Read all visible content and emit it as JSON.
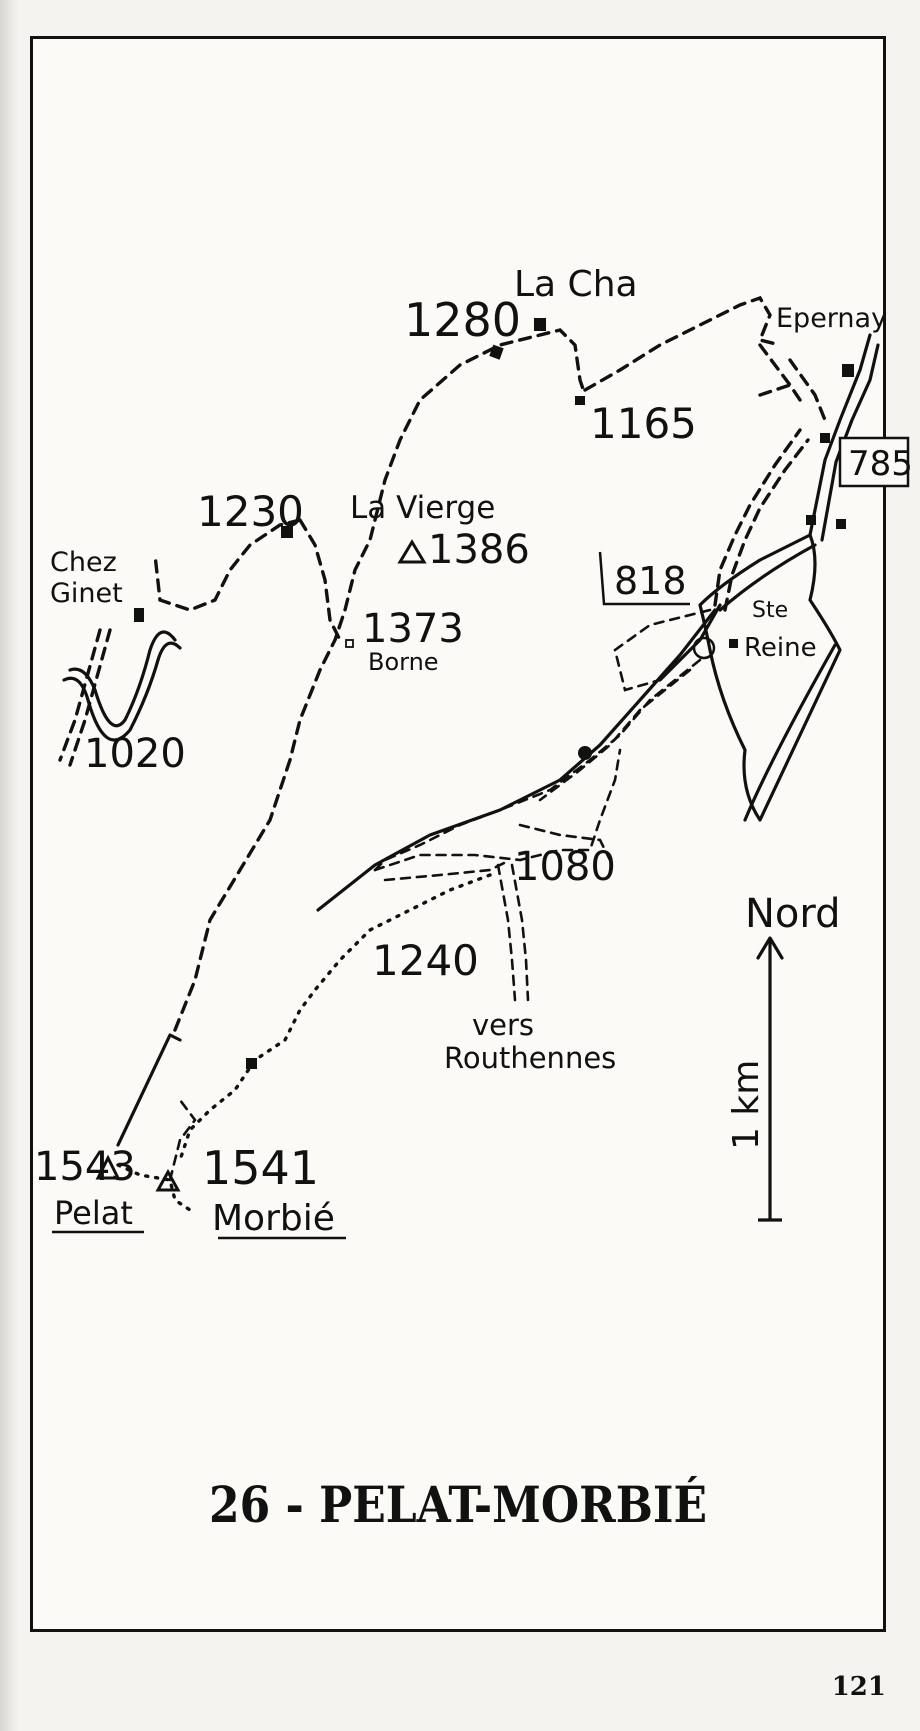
{
  "title": "26 - PELAT-MORBIÉ",
  "page_number": "121",
  "north_label": "Nord",
  "scale_label": "1 km",
  "places": {
    "la_cha": "La Cha",
    "epernay": "Epernay",
    "la_vierge": "La Vierge",
    "chez": "Chez",
    "ginet": "Ginet",
    "borne": "Borne",
    "ste": "Ste",
    "reine": "Reine",
    "vers": "vers",
    "routhennes": "Routhennes",
    "pelat": "Pelat",
    "morbie": "Morbié"
  },
  "elevations": {
    "e1280": "1280",
    "e1165": "1165",
    "e1230": "1230",
    "e1386": "1386",
    "e1373": "1373",
    "e1020": "1020",
    "e1080": "1080",
    "e1240": "1240",
    "e1543": "1543",
    "e1541": "1541"
  },
  "roads": {
    "r785": "785",
    "r818": "818"
  }
}
